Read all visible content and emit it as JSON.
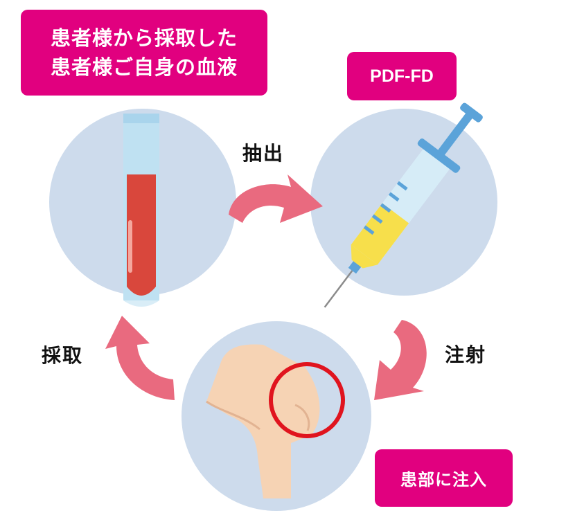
{
  "colors": {
    "accent": "#e1007f",
    "circle": "#cddbec",
    "arrow": "#e96a7f",
    "blood": "#d9473c",
    "syringe_fill": "#f7df4b",
    "syringe_blue": "#5ba3d9",
    "skin": "#f6d3b4",
    "highlight_ring": "#e0141e"
  },
  "source_box": {
    "line1": "患者様から採取した",
    "line2": "患者様ご自身の血液"
  },
  "product_box": {
    "label": "PDF-FD"
  },
  "inject_box": {
    "label": "患部に注入"
  },
  "steps": {
    "extract": "抽出",
    "collect": "採取",
    "inject": "注射"
  },
  "icons": {
    "blood_tube": "blood-tube-icon",
    "syringe": "syringe-icon",
    "knee": "knee-icon"
  }
}
